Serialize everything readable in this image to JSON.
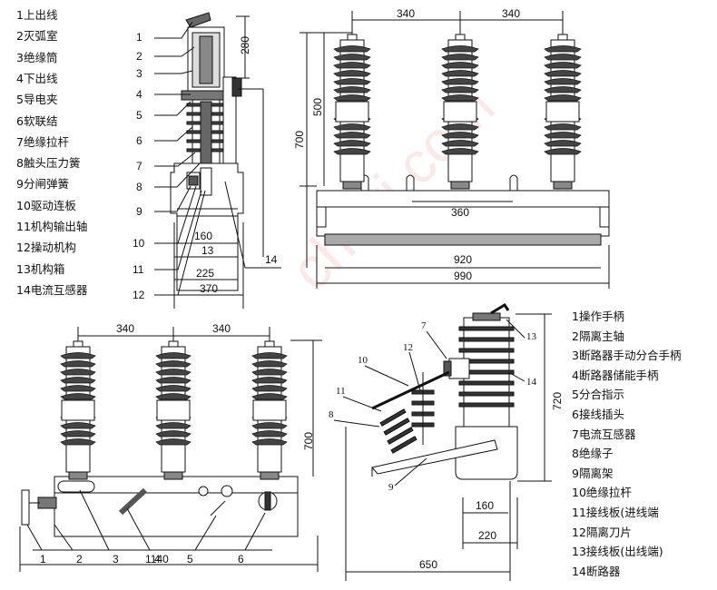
{
  "legend_top_left": [
    "1上出线",
    "2灭弧室",
    "3绝缘筒",
    "4下出线",
    "5导电夹",
    "6软联结",
    "7绝缘拉杆",
    "8触头压力簧",
    "9分闸弹簧",
    "10驱动连板",
    "11机构输出轴",
    "12操动机构",
    "13机构箱",
    "14电流互感器"
  ],
  "legend_bottom_right": [
    "1操作手柄",
    "2隔离主轴",
    "3断路器手动分合手柄",
    "4断路器储能手柄",
    "5分合指示",
    "6接线插头",
    "7电流互感器",
    "8绝缘子",
    "9隔离架",
    "10绝缘拉杆",
    "11接线板(进线端",
    "12隔离刀片",
    "13接线板(出线端)",
    "14断路器"
  ],
  "side_view": {
    "callouts": [
      "1",
      "2",
      "3",
      "4",
      "5",
      "6",
      "7",
      "8",
      "9",
      "10",
      "11",
      "12"
    ],
    "callout_14": "14",
    "dims": {
      "d280": "280",
      "d160": "160",
      "d13": "13",
      "d225": "225",
      "d370": "370"
    }
  },
  "front_view_top": {
    "dims": {
      "d340a": "340",
      "d340b": "340",
      "d500": "500",
      "d700": "700",
      "d360": "360",
      "d920": "920",
      "d990": "990"
    }
  },
  "front_view_bottom": {
    "dims": {
      "d340a": "340",
      "d340b": "340",
      "d700": "700",
      "d1140": "1140"
    },
    "callouts": [
      "1",
      "2",
      "3",
      "4",
      "5",
      "6"
    ]
  },
  "isolator_view": {
    "callouts": [
      "7",
      "12",
      "10",
      "11",
      "8",
      "9",
      "13",
      "14"
    ],
    "dims": {
      "d720": "720",
      "d160": "160",
      "d220": "220",
      "d650": "650"
    }
  },
  "watermark": "chsyj.com"
}
